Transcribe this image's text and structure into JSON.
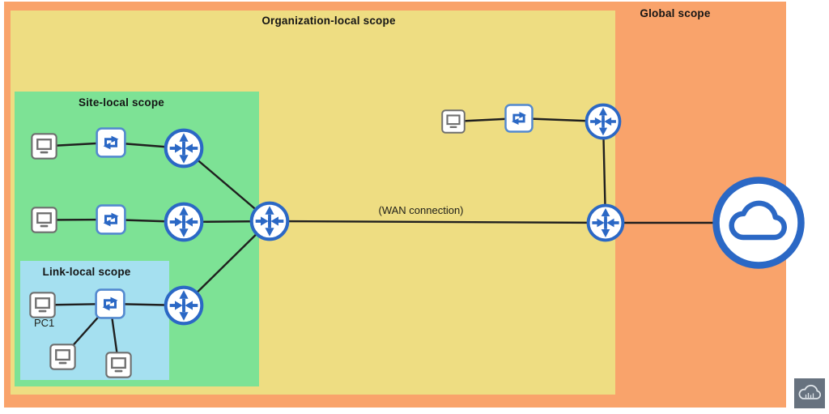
{
  "scopes": {
    "global": {
      "label": "Global scope",
      "color": "#f9a36b"
    },
    "organization": {
      "label": "Organization-local scope",
      "color": "#eedd82"
    },
    "site": {
      "label": "Site-local scope",
      "color": "#7de295"
    },
    "link": {
      "label": "Link-local scope",
      "color": "#a5e0f0"
    }
  },
  "annotations": {
    "wan": "(WAN connection)",
    "pc1": "PC1"
  },
  "diagram": {
    "line_color": "#1f1f1f",
    "line_width": 2.4,
    "device_blue": "#2b68c5",
    "pc_gray": "#6f6f6f",
    "edges": [
      [
        "pc-r1",
        "sw-r1"
      ],
      [
        "sw-r1",
        "rt-r1"
      ],
      [
        "rt-r1",
        "rt-central"
      ],
      [
        "pc-r2",
        "sw-r2"
      ],
      [
        "sw-r2",
        "rt-r2"
      ],
      [
        "rt-r2",
        "rt-central"
      ],
      [
        "pc1",
        "sw-ll"
      ],
      [
        "sw-ll",
        "rt-ll"
      ],
      [
        "rt-ll",
        "rt-central"
      ],
      [
        "sw-ll",
        "pc-ll-a"
      ],
      [
        "sw-ll",
        "pc-ll-b"
      ],
      [
        "rt-central",
        "rt-right"
      ],
      [
        "pc-tr",
        "sw-tr"
      ],
      [
        "sw-tr",
        "rt-tr"
      ],
      [
        "rt-tr",
        "rt-right"
      ],
      [
        "rt-right",
        "cloud"
      ]
    ]
  }
}
